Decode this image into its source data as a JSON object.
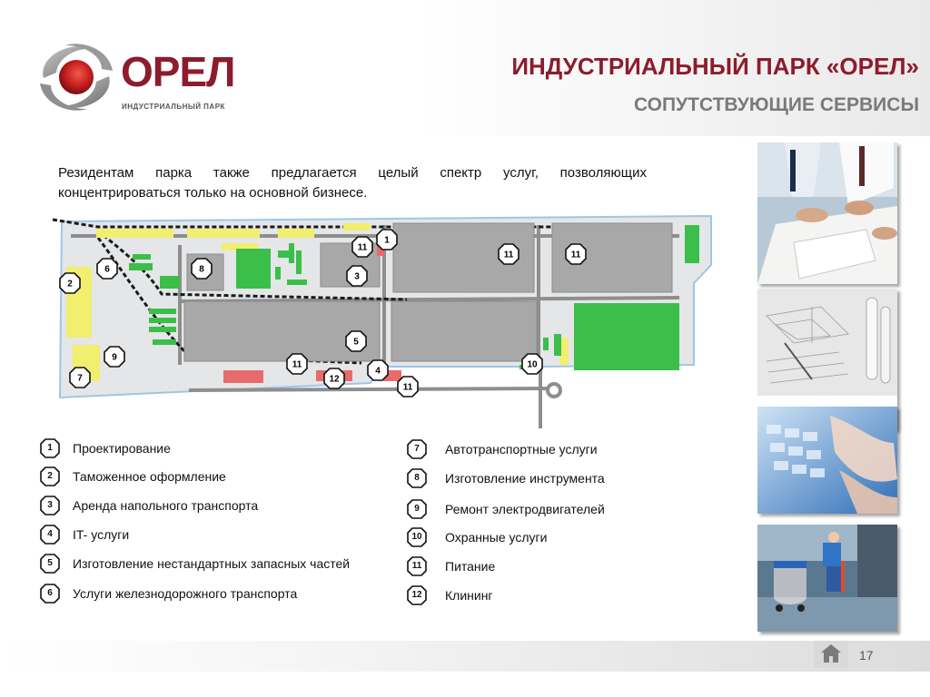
{
  "logo": {
    "name": "ОРЕЛ",
    "sub": "ИНДУСТРИАЛЬНЫЙ ПАРК"
  },
  "header": {
    "title": "ИНДУСТРИАЛЬНЫЙ ПАРК «ОРЕЛ»",
    "subtitle": "СОПУТСТВУЮЩИЕ СЕРВИСЫ"
  },
  "intro": "Резидентам парка также предлагается целый спектр услуг, позволяющих концентрироваться только на основной бизнесе.",
  "map_markers": [
    "1",
    "11",
    "11",
    "11",
    "6",
    "8",
    "3",
    "2",
    "5",
    "9",
    "11",
    "10",
    "4",
    "12",
    "7",
    "11"
  ],
  "legend_left": [
    {
      "num": "1",
      "label": "Проектирование"
    },
    {
      "num": "2",
      "label": "Таможенное оформление"
    },
    {
      "num": "3",
      "label": "Аренда напольного транспорта"
    },
    {
      "num": "4",
      "label": "IT- услуги"
    },
    {
      "num": "5",
      "label": "Изготовление нестандартных запасных частей"
    },
    {
      "num": "6",
      "label": "Услуги железнодорожного транспорта"
    }
  ],
  "legend_right": [
    {
      "num": "7",
      "label": "Автотранспортные услуги"
    },
    {
      "num": "8",
      "label": "Изготовление инструмента"
    },
    {
      "num": "9",
      "label": "Ремонт электродвигателей"
    },
    {
      "num": "10",
      "label": "Охранные услуги"
    },
    {
      "num": "11",
      "label": "Питание"
    },
    {
      "num": "12",
      "label": "Клининг"
    }
  ],
  "photos": [
    "business-meeting-photo",
    "blueprint-drawings-photo",
    "keyboard-typing-photo",
    "cleaning-worker-photo"
  ],
  "footer": {
    "page": "17",
    "home_icon": "home-icon"
  },
  "colors": {
    "brand": "#8c1c2c",
    "subtitle": "#7a7a7a",
    "building": "#a8a8a8",
    "green": "#3cbe4a",
    "yellow": "#f2ee6e",
    "red": "#e86b6b"
  }
}
